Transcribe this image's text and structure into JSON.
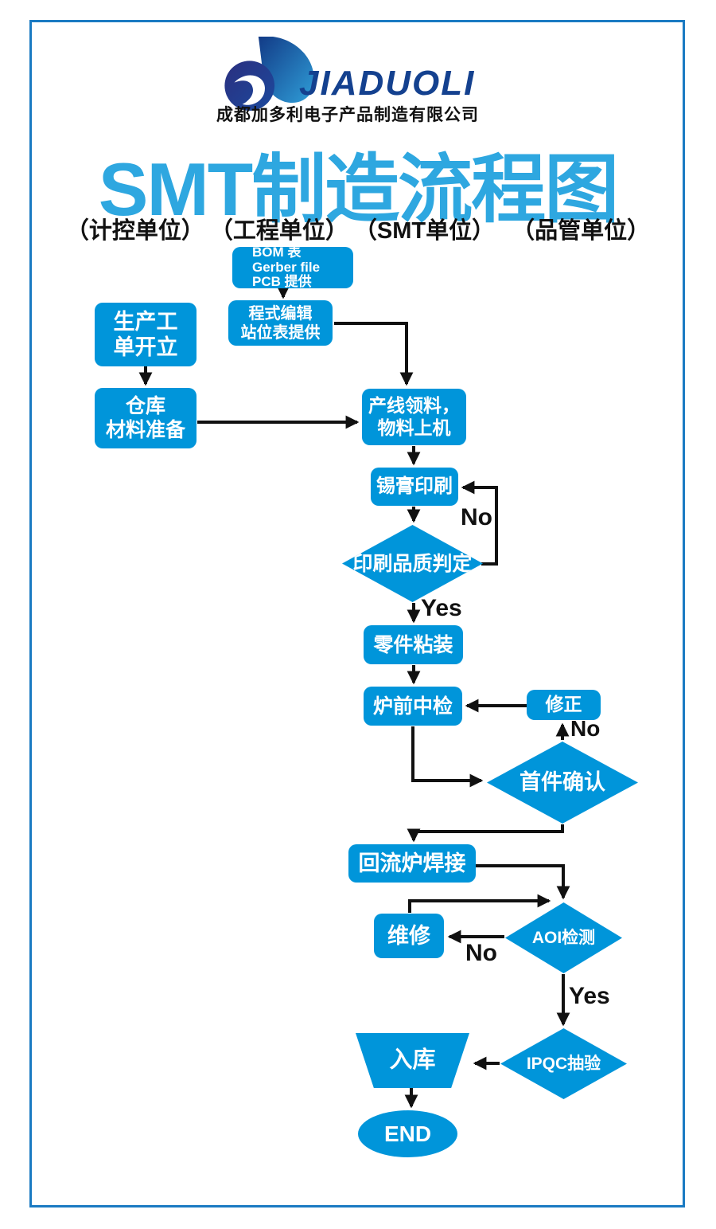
{
  "header": {
    "brand": "JIADUOLI",
    "company": "成都加多利电子产品制造有限公司",
    "title": "SMT制造流程图",
    "units": [
      "（计控单位）",
      "（工程单位）",
      "（SMT单位）",
      "（品管单位）"
    ]
  },
  "colors": {
    "node_blue": "#0095da",
    "title_blue": "#2ea7e0",
    "brand_navy": "#14418f",
    "frame_blue": "#1a7ac2",
    "arrow_black": "#111111"
  },
  "nodes": {
    "bom": {
      "lines": [
        "BOM 表",
        "Gerber file",
        "PCB 提供"
      ]
    },
    "program": {
      "lines": [
        "程式编辑",
        "站位表提供"
      ]
    },
    "workorder": {
      "lines": [
        "生产工",
        "单开立"
      ]
    },
    "warehouse": {
      "lines": [
        "仓库",
        "材料准备"
      ]
    },
    "linepick": {
      "lines": [
        "产线领料，",
        "物料上机"
      ]
    },
    "solder": {
      "label": "锡膏印刷"
    },
    "printcheck": {
      "label": "印刷品质判定"
    },
    "placement": {
      "label": "零件粘装"
    },
    "preoven": {
      "label": "炉前中检"
    },
    "fix": {
      "label": "修正"
    },
    "firstconfirm": {
      "label": "首件确认"
    },
    "reflow": {
      "label": "回流炉焊接"
    },
    "repair": {
      "label": "维修"
    },
    "aoi": {
      "label": "AOI检测"
    },
    "ipqc": {
      "label": "IPQC抽验"
    },
    "storage": {
      "label": "入库"
    },
    "end": {
      "label": "END"
    }
  },
  "edge_labels": {
    "no_print": "No",
    "yes_print": "Yes",
    "no_first": "No",
    "no_aoi": "No",
    "yes_aoi": "Yes"
  },
  "edges": [
    {
      "from": "bom",
      "to": "program"
    },
    {
      "from": "program",
      "to": "linepick"
    },
    {
      "from": "workorder",
      "to": "warehouse"
    },
    {
      "from": "warehouse",
      "to": "linepick"
    },
    {
      "from": "linepick",
      "to": "solder"
    },
    {
      "from": "solder",
      "to": "printcheck"
    },
    {
      "from": "printcheck",
      "to": "solder",
      "label": "No"
    },
    {
      "from": "printcheck",
      "to": "placement",
      "label": "Yes"
    },
    {
      "from": "placement",
      "to": "preoven"
    },
    {
      "from": "preoven",
      "to": "firstconfirm"
    },
    {
      "from": "firstconfirm",
      "to": "fix",
      "label": "No"
    },
    {
      "from": "fix",
      "to": "preoven"
    },
    {
      "from": "firstconfirm",
      "to": "reflow"
    },
    {
      "from": "reflow",
      "to": "aoi"
    },
    {
      "from": "aoi",
      "to": "repair",
      "label": "No"
    },
    {
      "from": "repair",
      "to": "aoi"
    },
    {
      "from": "aoi",
      "to": "ipqc",
      "label": "Yes"
    },
    {
      "from": "ipqc",
      "to": "storage"
    },
    {
      "from": "storage",
      "to": "end"
    }
  ]
}
